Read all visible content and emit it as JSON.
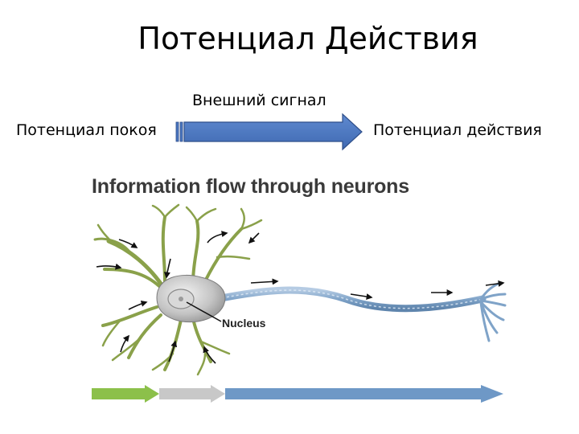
{
  "slide": {
    "title": "Потенциал Действия",
    "signal_label": "Внешний сигнал",
    "resting_label": "Потенциал покоя",
    "action_label": "Потенциал действия"
  },
  "figure": {
    "title": "Information flow through neurons",
    "nucleus_label": "Nucleus"
  },
  "colors": {
    "arrow_fill": "#4a76c0",
    "arrow_stroke": "#2f4f8a",
    "dendrite": "#8aa14a",
    "axon": "#7fa3c8",
    "soma": "#b8b8b8",
    "flow_green": "#8cc04a",
    "flow_gray": "#c8c8c8",
    "flow_blue": "#6e98c6"
  },
  "icons": [
    "signal-arrow-icon",
    "flow-arrow-icon"
  ]
}
